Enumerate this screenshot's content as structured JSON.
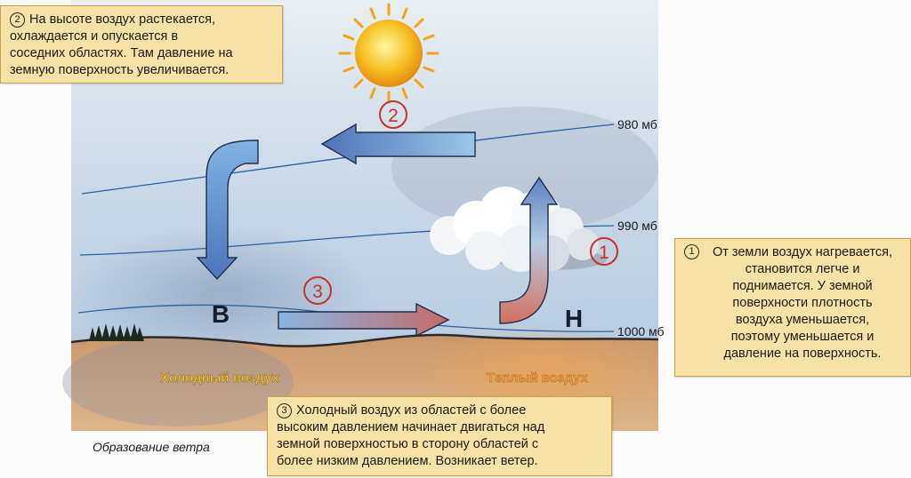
{
  "callouts": {
    "c2": {
      "number": "2",
      "text": "На высоте воздух растекается,\nохлаждается и опускается в\nсоседних областях. Там давление на\nземную поверхность увеличивается."
    },
    "c1": {
      "number": "1",
      "text": "От земли воздух нагревается,\nстановится легче и\nподнимается. У земной\nповерхности плотность\nвоздуха уменьшается,\nпоэтому уменьшается и\nдавление на поверхность."
    },
    "c3": {
      "number": "3",
      "text": "Холодный воздух из областей с более\nвысоким давлением начинает двигаться над\nземной поверхностью в сторону областей с\nболее низким давлением. Возникает ветер."
    }
  },
  "isobars": {
    "top": "980 мб",
    "middle": "990 мб",
    "bottom": "1000 мб"
  },
  "pressure": {
    "high": "В",
    "low": "Н"
  },
  "ground": {
    "cold": "Холодный воздух",
    "warm": "Теплый воздух"
  },
  "step_markers": {
    "one": "1",
    "two": "2",
    "three": "3"
  },
  "caption": "Образование ветра",
  "colors": {
    "sky": "#c9d8e8",
    "ground": "#d8a77b",
    "marker_red": "#c8322a",
    "callout_bg": "#f6e1a6",
    "isobar": "#2b5fa0"
  }
}
